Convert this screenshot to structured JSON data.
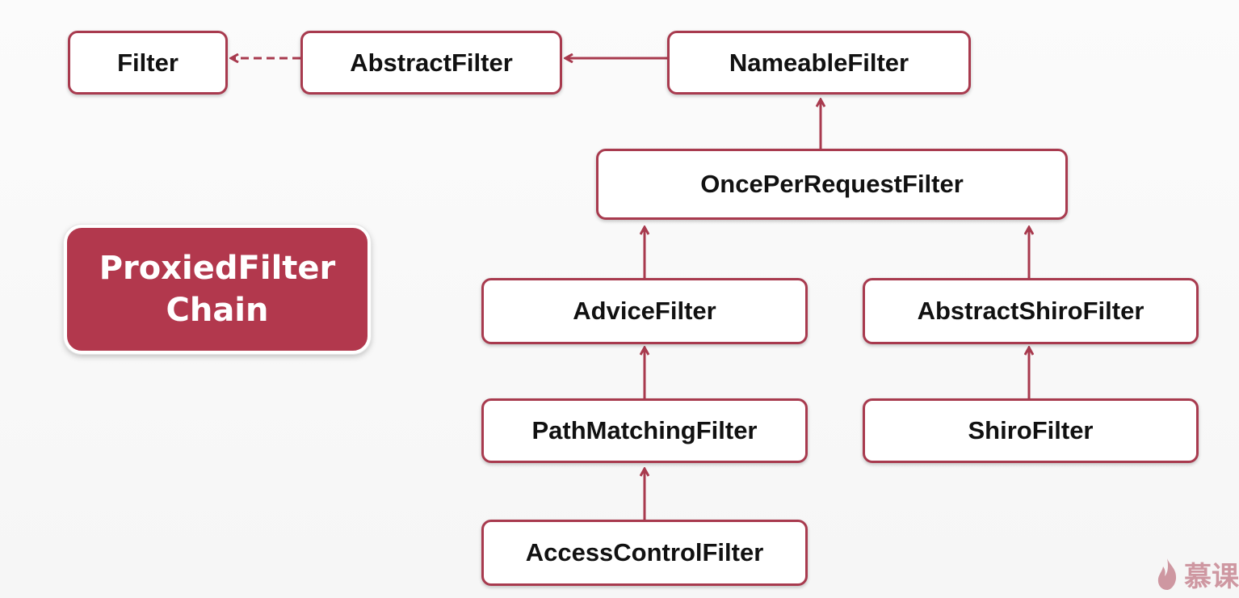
{
  "diagram": {
    "nodes": {
      "filter": "Filter",
      "abstract_filter": "AbstractFilter",
      "nameable_filter": "NameableFilter",
      "once_per_request_filter": "OncePerRequestFilter",
      "advice_filter": "AdviceFilter",
      "abstract_shiro_filter": "AbstractShiroFilter",
      "path_matching_filter": "PathMatchingFilter",
      "shiro_filter": "ShiroFilter",
      "access_control_filter": "AccessControlFilter"
    },
    "highlight": {
      "line1": "ProxiedFilter",
      "line2": "Chain"
    },
    "edges": [
      {
        "from": "abstract_filter",
        "to": "filter",
        "style": "dashed"
      },
      {
        "from": "nameable_filter",
        "to": "abstract_filter",
        "style": "solid"
      },
      {
        "from": "once_per_request_filter",
        "to": "nameable_filter",
        "style": "solid"
      },
      {
        "from": "advice_filter",
        "to": "once_per_request_filter",
        "style": "solid"
      },
      {
        "from": "abstract_shiro_filter",
        "to": "once_per_request_filter",
        "style": "solid"
      },
      {
        "from": "path_matching_filter",
        "to": "advice_filter",
        "style": "solid"
      },
      {
        "from": "shiro_filter",
        "to": "abstract_shiro_filter",
        "style": "solid"
      },
      {
        "from": "access_control_filter",
        "to": "path_matching_filter",
        "style": "solid"
      }
    ]
  },
  "watermark": {
    "text": "慕课"
  },
  "colors": {
    "accent": "#a83a4e",
    "highlight_fill": "#b2384d",
    "node_fill": "#ffffff",
    "text": "#111111",
    "background": "#f8f8f8"
  }
}
